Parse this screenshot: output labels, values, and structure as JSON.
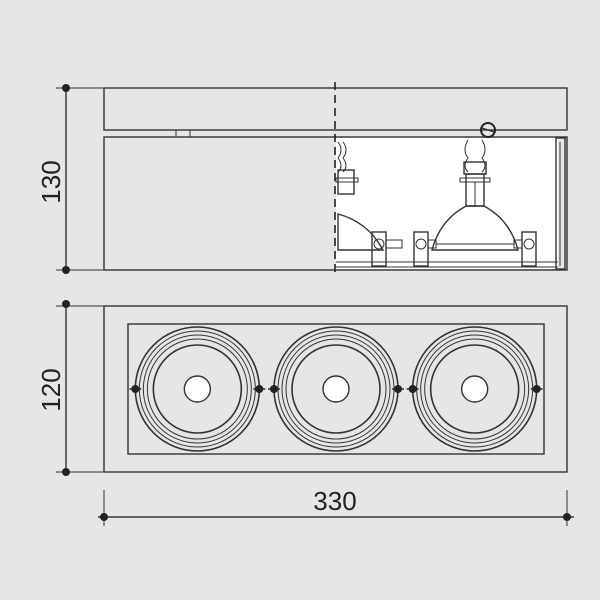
{
  "drawing": {
    "dimensions": {
      "height_side": "130",
      "height_top": "120",
      "width": "330"
    },
    "lamp_count": 3,
    "colors": {
      "background": "#e6e6e6",
      "line": "#333333",
      "panel": "#ffffff"
    }
  }
}
